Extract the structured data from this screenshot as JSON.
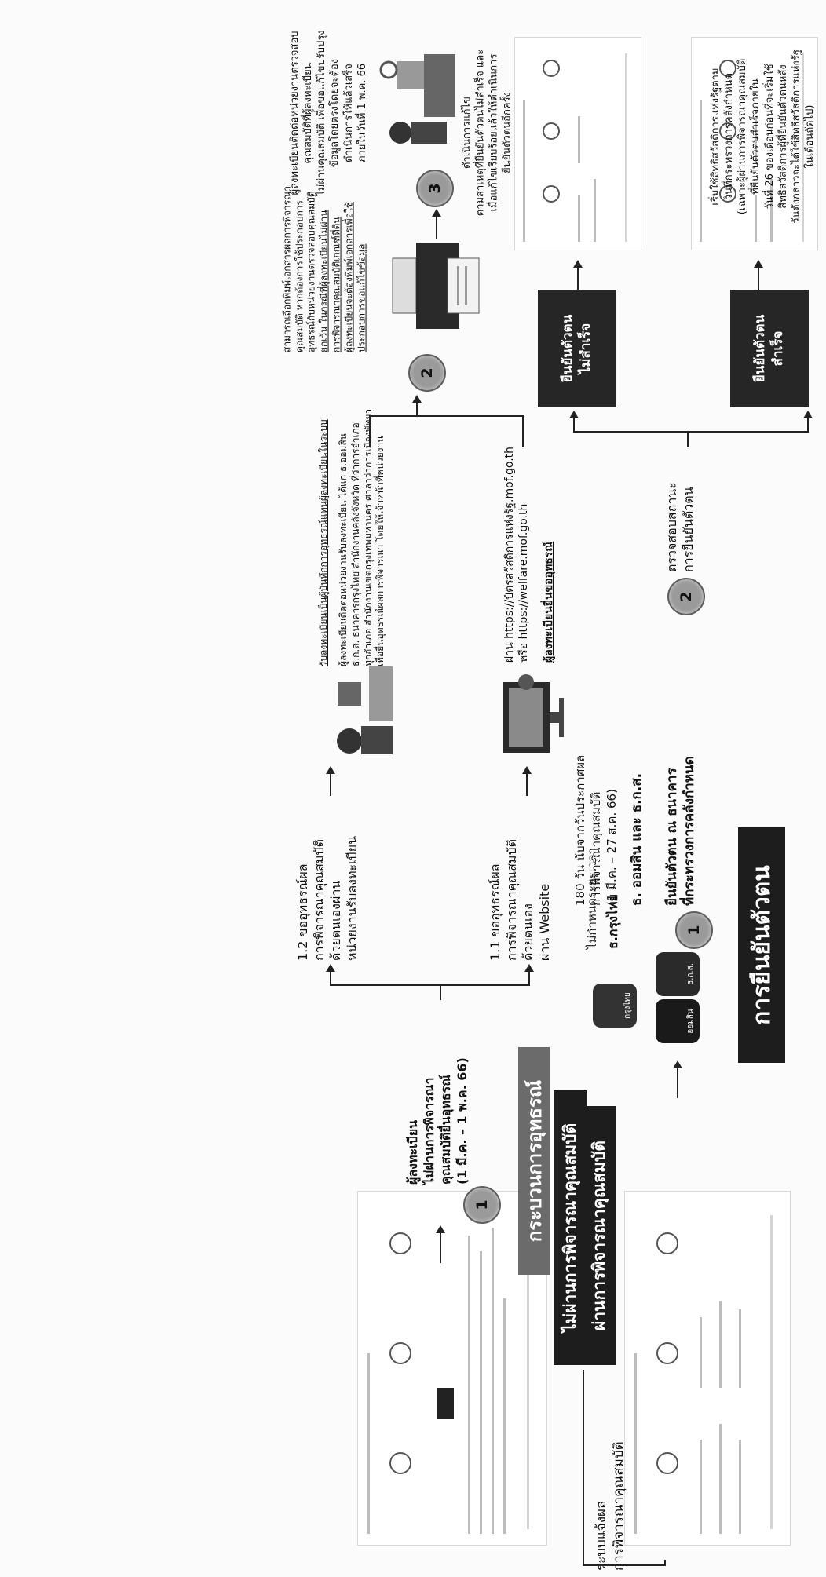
{
  "identity": {
    "banner": "การยืนยันตัวตน",
    "step1_number": "1",
    "step1_heading": "ยืนยันตัวตน ณ ธนาคาร\nที่กระทรวงการคลังกำหนด",
    "step1_banks": "ธ. ออมสิน และ ธ.ก.ส.",
    "step1_period": "180 วัน นับจากวันประกาศผล\nการพิจารณาคุณสมบัติ\n(1 มี.ค. – 27 ส.ค. 66)",
    "ktb_name": "ธ.กรุงไทย",
    "ktb_note": "ไม่กำหนดระยะเวลา",
    "gsb_logo_label": "ออมสิน",
    "baac_logo_label": "ธ.ก.ส.",
    "ktb_logo_label": "กรุงไทย",
    "step2_number": "2",
    "step2_label": "ตรวจสอบสถานะ\nการยืนยันตัวตน",
    "success_box": "ยืนยันตัวตน\nสำเร็จ",
    "fail_box": "ยืนยันตัวตน\nไม่สำเร็จ",
    "success_note": "เริ่มใช้สิทธิสวัสดิการแห่งรัฐตาม\nวันที่กระทรวงการคลังกำหนด\n(เฉพาะผู้ผ่านการพิจารณาคุณสมบัติ\nที่ยืนยันตัวตนสำเร็จภายใน\nวันที่ 26 ของเดือนก่อนที่จะเริ่มใช้\nสิทธิสวัสดิการผู้ที่ยืนยันตัวตนหลัง\nวันดังกล่าวจะได้ใช้สิทธิสวัสดิการแห่งรัฐ\nในเดือนถัดไป)",
    "fail_note": "ดำเนินการแก้ไข\nตามสาเหตุที่ยืนยันตัวตนไม่สำเร็จ และ\nเมื่อแก้ไขเรียบร้อยแล้วให้ดำเนินการ\nยืนยันตัวตนอีกครั้ง"
  },
  "results": {
    "system_label": "ระบบแจ้งผล\nการพิจารณาคุณสมบัติ",
    "pass_banner": "ผ่านการพิจารณาคุณสมบัติ",
    "fail_banner": "ไม่ผ่านการพิจารณาคุณสมบัติ"
  },
  "appeal": {
    "banner": "กระบวนการอุทธรณ์",
    "step1_number": "1",
    "step1_text": "ผู้ลงทะเบียน\nไม่ผ่านการพิจารณา\nคุณสมบัติยื่นอุทธรณ์\n(1 มี.ค. – 1 พ.ค. 66)",
    "opt1_text": "1.1 ขออุทธรณ์ผล\nการพิจารณาคุณสมบัติ\nด้วยตนเอง\nผ่าน Website",
    "opt2_text": "1.2 ขออุทธรณ์ผล\nการพิจารณาคุณสมบัติ\nด้วยตนเองผ่าน\nหน่วยงานรับลงทะเบียน",
    "web_heading": "ผู้ลงทะเบียนยื่นขออุทธรณ์",
    "web_text": "ผ่าน https://บัตรสวัสดิการแห่งรัฐ.mof.go.th\nหรือ https://welfare.mof.go.th",
    "agency_text_a": "ผู้ลงทะเบียนติดต่อหน่วยงานรับลงทะเบียน ได้แก่ ธ.ออมสิน\nธ.ก.ส. ธนาคารกรุงไทย สำนักงานคลังจังหวัด ที่ว่าการอำเภอ\nทุกอำเภอ สำนักงานเขตกรุงเทพมหานคร ศาลาว่าการเมืองพัทยา\nเพื่อยื่นอุทธรณ์ผลการพิจารณา โดยให้เจ้าหน้าที่หน่วยงาน",
    "agency_text_b": "รับลงทะเบียนเป็นผู้บันทึกการอุทธรณ์แทนผู้ลงทะเบียนในระบบ",
    "step2_number": "2",
    "step2_text_a": "สามารถเลือกพิมพ์เอกสารผลการพิจารณา\nคุณสมบัติ หากต้องการใช้ประกอบการ\nอุทธรณ์กับหน่วยงานตรวจสอบคุณสมบัติ",
    "step2_text_b": "ยกเว้น ในกรณีที่ผู้ลงทะเบียนไม่ผ่าน\nการพิจารณาคุณสมบัติเกณฑ์ที่ดิน\nผู้ลงทะเบียนจะต้องพิมพ์เอกสารเพื่อใช้\nประกอบการขอแก้ไขข้อมูล",
    "step3_number": "3",
    "step3_text": "ผู้ลงทะเบียนติดต่อหน่วยงานตรวจสอบ\nคุณสมบัติที่ผู้ลงทะเบียน\nไม่ผ่านคุณสมบัติ เพื่อขอแก้ไขปรับปรุง\nข้อมูลโดยตรงโดยจะต้อง\nดำเนินการให้แล้วเสร็จ\nภายในวันที่ 1 พ.ค. 66"
  }
}
